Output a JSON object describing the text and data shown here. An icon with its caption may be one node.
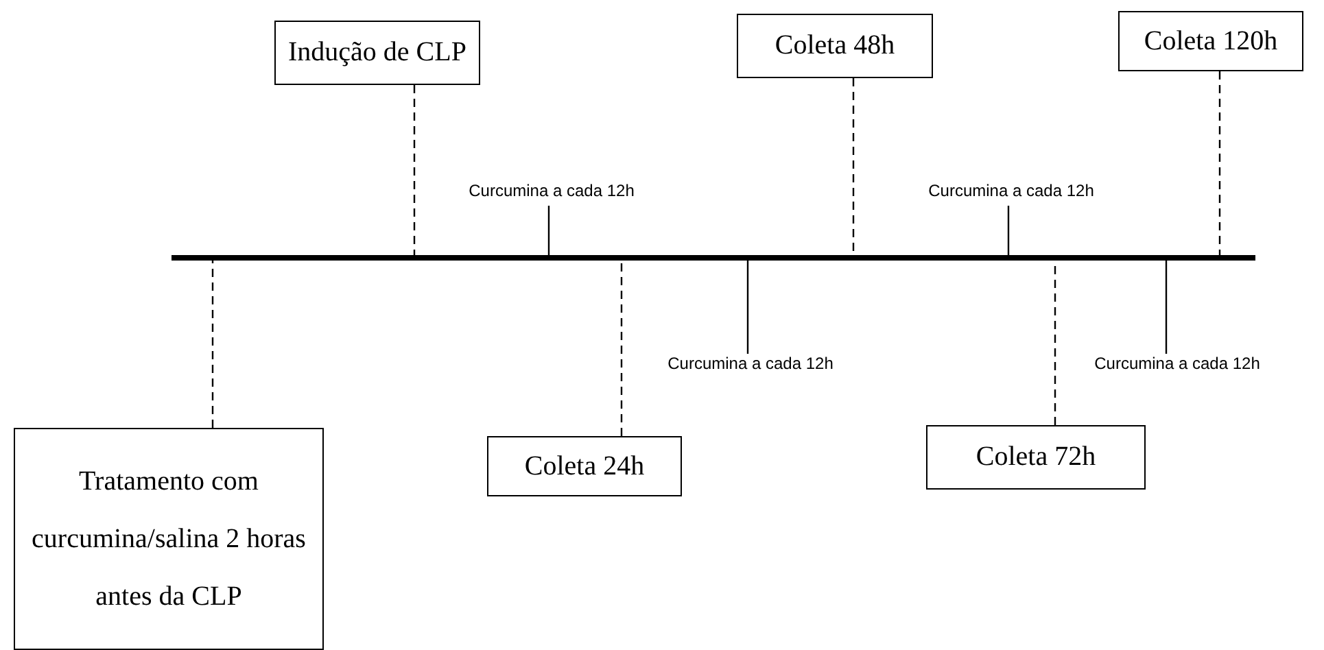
{
  "diagram": {
    "nodes": [
      {
        "text": [
          "Indução de CLP"
        ]
      },
      {
        "text": [
          "Coleta 48h"
        ]
      },
      {
        "text": [
          "Coleta 120h"
        ]
      },
      {
        "text": [
          "Curcumina a cada 12h"
        ]
      },
      {
        "text": [
          "Curcumina a cada 12h"
        ]
      },
      {
        "text": [],
        "shape": "bar"
      },
      {
        "text": [
          "Curcumina a cada 12h"
        ]
      },
      {
        "text": [
          "Curcumina a cada 12h"
        ]
      },
      {
        "text": [
          "Tratamento com curcumina/salina 2 horas antes da CLP"
        ]
      },
      {
        "text": [
          "Coleta 24h"
        ]
      },
      {
        "text": [
          "Coleta 72h"
        ]
      }
    ],
    "edges": [
      {
        "from": 0,
        "to": 5,
        "arrow": "none",
        "style": "dashed"
      },
      {
        "from": 1,
        "to": 5,
        "arrow": "none",
        "style": "dashed"
      },
      {
        "from": 2,
        "to": 5,
        "arrow": "none",
        "style": "dashed"
      },
      {
        "from": 3,
        "to": 5,
        "arrow": "none"
      },
      {
        "from": 4,
        "to": 5,
        "arrow": "none"
      },
      {
        "from": 6,
        "to": 5,
        "arrow": "none"
      },
      {
        "from": 7,
        "to": 5,
        "arrow": "none"
      },
      {
        "from": 8,
        "to": 5,
        "arrow": "none",
        "style": "dashed"
      },
      {
        "from": 9,
        "to": 5,
        "arrow": "none",
        "style": "dashed"
      },
      {
        "from": 10,
        "to": 5,
        "arrow": "none",
        "style": "dashed"
      }
    ]
  }
}
